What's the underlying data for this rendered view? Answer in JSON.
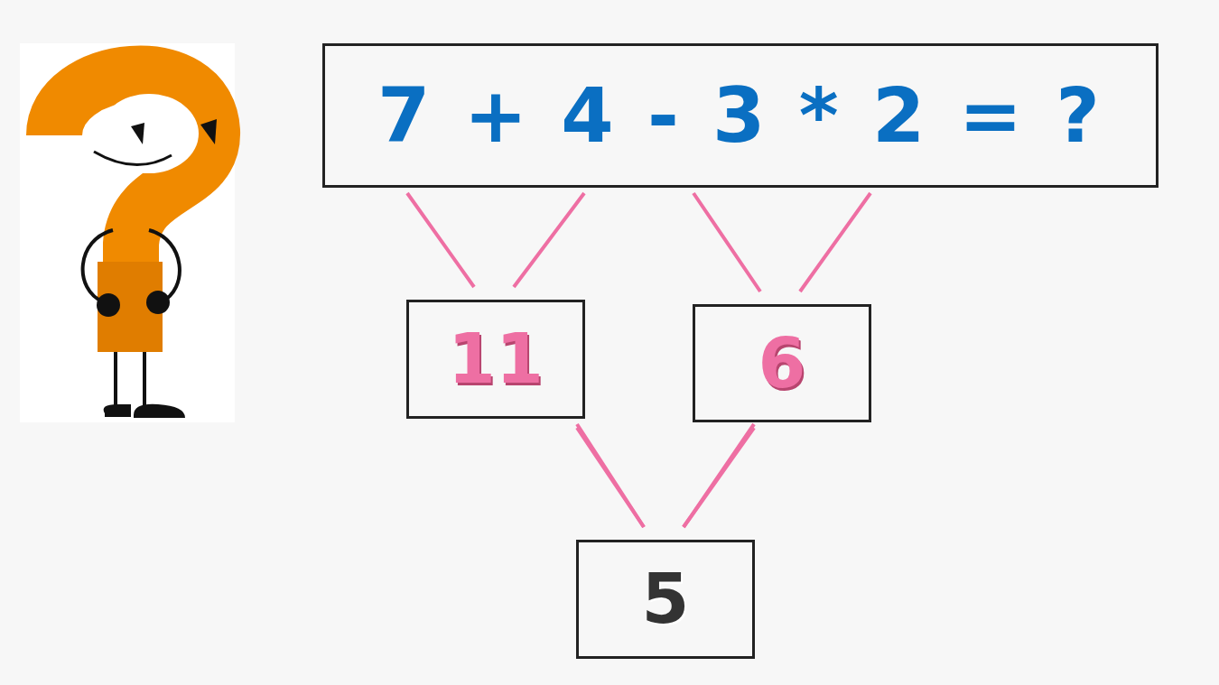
{
  "diagram": {
    "nodes": [
      {
        "text": [
          "7 + 4 - 3 * 2 = ?"
        ]
      },
      {
        "text": [
          "11"
        ]
      },
      {
        "text": [
          "6"
        ]
      },
      {
        "text": [
          "5"
        ]
      }
    ],
    "edges": [
      {
        "from": 0,
        "to": 1,
        "arrow": "none"
      },
      {
        "from": 0,
        "to": 2,
        "arrow": "none"
      },
      {
        "from": 1,
        "to": 3,
        "arrow": "none"
      },
      {
        "from": 2,
        "to": 3,
        "arrow": "none"
      }
    ]
  }
}
